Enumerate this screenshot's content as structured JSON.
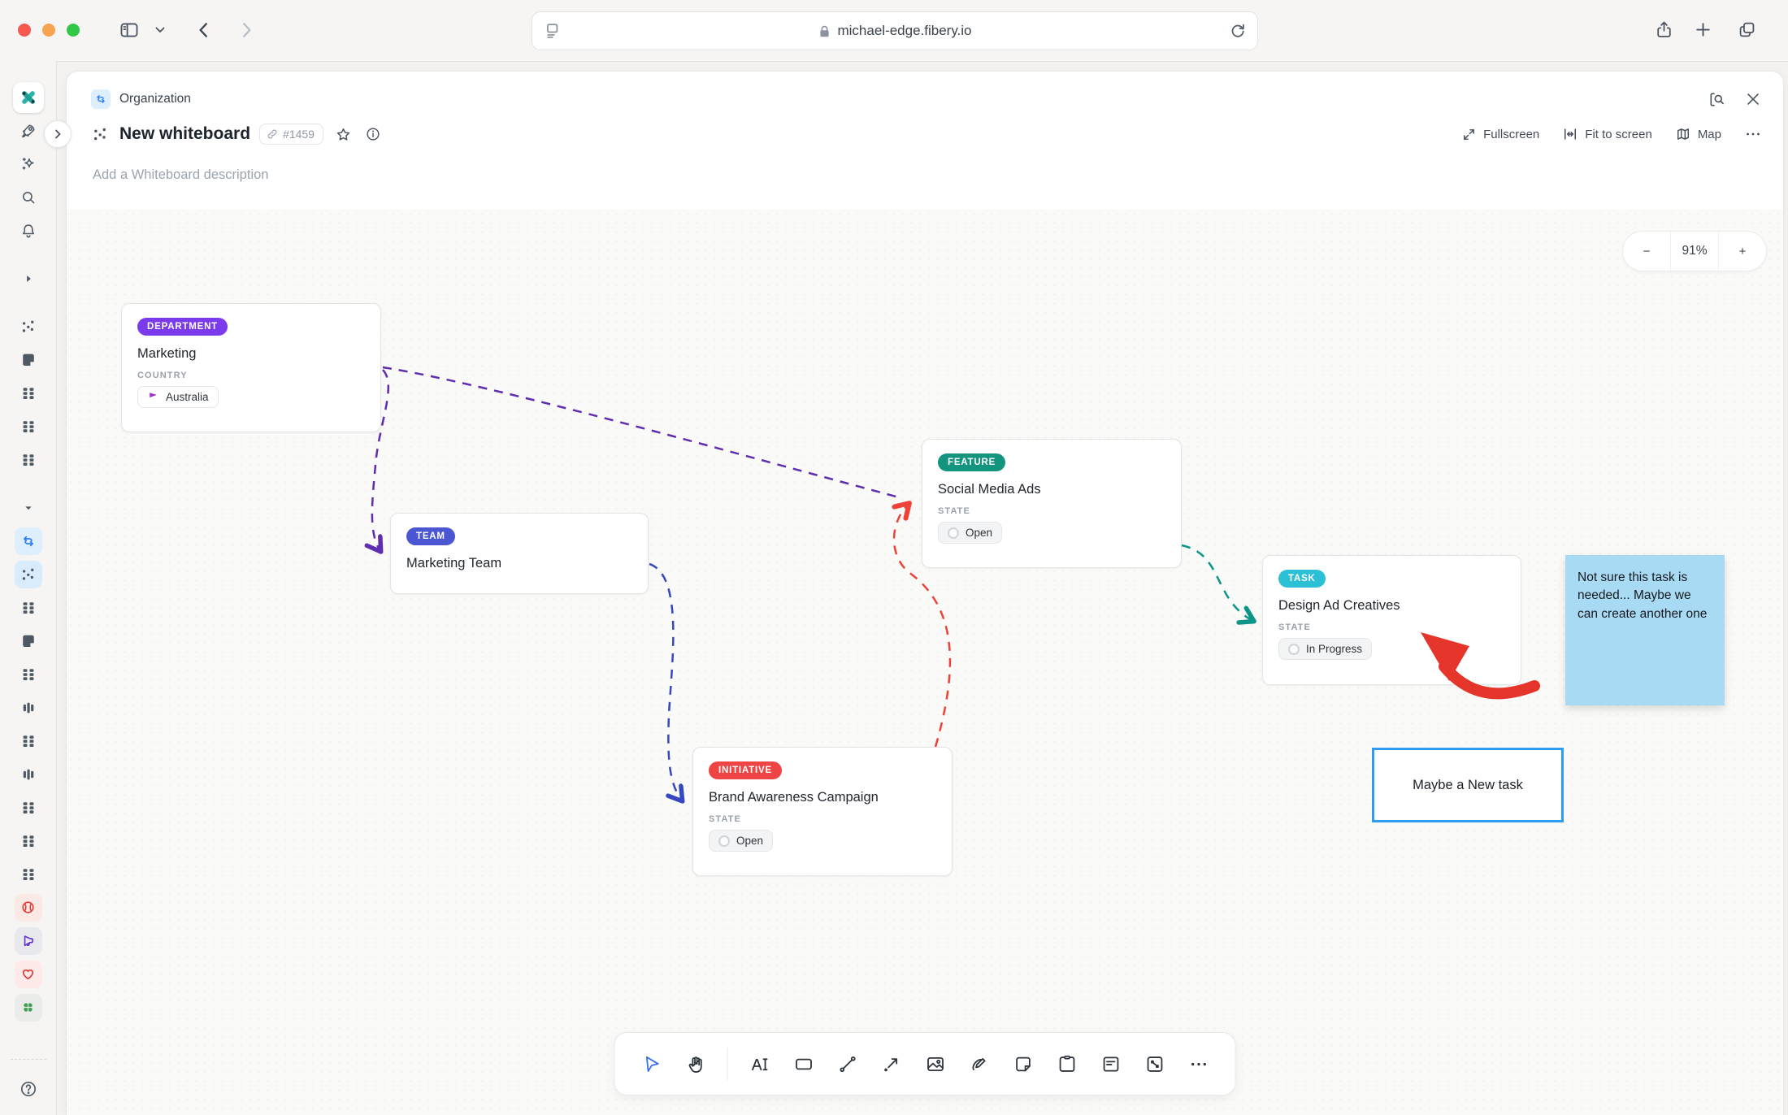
{
  "browser": {
    "url": "michael-edge.fibery.io",
    "traffic_lights": [
      "#f6594f",
      "#f6a352",
      "#33c748"
    ]
  },
  "sidebar": {
    "items": [
      {
        "name": "fibery-logo"
      },
      {
        "name": "rocket"
      },
      {
        "name": "sparkles"
      },
      {
        "name": "search"
      },
      {
        "name": "bell"
      },
      {
        "name": "gap"
      },
      {
        "name": "caret-right"
      },
      {
        "name": "gap"
      },
      {
        "name": "whiteboard"
      },
      {
        "name": "note"
      },
      {
        "name": "grid"
      },
      {
        "name": "grid"
      },
      {
        "name": "grid"
      },
      {
        "name": "gap"
      },
      {
        "name": "caret-down"
      },
      {
        "name": "swap",
        "bg": "#ddeefc"
      },
      {
        "name": "whiteboard",
        "bg": "#d9ecfb",
        "active": true
      },
      {
        "name": "grid"
      },
      {
        "name": "note"
      },
      {
        "name": "grid"
      },
      {
        "name": "kanban"
      },
      {
        "name": "grid"
      },
      {
        "name": "kanban"
      },
      {
        "name": "grid"
      },
      {
        "name": "grid"
      },
      {
        "name": "grid"
      },
      {
        "name": "ball",
        "bg": "#fbe9e6"
      },
      {
        "name": "megaphone",
        "bg": "#e8e9ec"
      },
      {
        "name": "heart",
        "bg": "#fdeae9"
      },
      {
        "name": "clover",
        "bg": "#e9ece9"
      }
    ],
    "help_label": "?"
  },
  "header": {
    "breadcrumb": "Organization",
    "title": "New whiteboard",
    "ref": "#1459",
    "description_placeholder": "Add a Whiteboard description",
    "fullscreen_label": "Fullscreen",
    "fit_label": "Fit to screen",
    "map_label": "Map"
  },
  "canvas": {
    "zoom_out": "−",
    "zoom_level": "91%",
    "zoom_in": "+",
    "cards": [
      {
        "id": "department",
        "badge": "DEPARTMENT",
        "badge_color": "#7c3aed",
        "title": "Marketing",
        "field": "COUNTRY",
        "value": "Australia",
        "value_kind": "flag"
      },
      {
        "id": "team",
        "badge": "TEAM",
        "badge_color": "#4a56d2",
        "title": "Marketing Team"
      },
      {
        "id": "feature",
        "badge": "FEATURE",
        "badge_color": "#12947f",
        "title": "Social Media Ads",
        "field": "STATE",
        "value": "Open",
        "value_kind": "state"
      },
      {
        "id": "initiative",
        "badge": "INITIATIVE",
        "badge_color": "#ef4444",
        "title": "Brand Awareness Campaign",
        "field": "STATE",
        "value": "Open",
        "value_kind": "state"
      },
      {
        "id": "task",
        "badge": "TASK",
        "badge_color": "#2bc0d6",
        "title": "Design Ad Creatives",
        "field": "STATE",
        "value": "In Progress",
        "value_kind": "state"
      }
    ],
    "sticky_note": {
      "text": "Not sure this task is needed... Maybe we can create another one",
      "color": "#a9daf3"
    },
    "shape_note": {
      "text": "Maybe a New task",
      "border_color": "#2e9bf5"
    },
    "connector_colors": {
      "department_team": "#5f2db0",
      "department_feature": "#5f2db0",
      "team_initiative": "#3747c0",
      "initiative_feature": "#ee4238",
      "feature_task": "#0b9488"
    },
    "annotation_arrow_color": "#e5352b"
  },
  "toolbar": {
    "tools": [
      {
        "name": "select",
        "active": true
      },
      {
        "name": "hand"
      },
      {
        "name": "divider"
      },
      {
        "name": "text"
      },
      {
        "name": "rectangle"
      },
      {
        "name": "connector"
      },
      {
        "name": "arrow"
      },
      {
        "name": "image"
      },
      {
        "name": "draw"
      },
      {
        "name": "sticky-note"
      },
      {
        "name": "frame"
      },
      {
        "name": "document"
      },
      {
        "name": "card"
      },
      {
        "name": "more"
      }
    ]
  }
}
